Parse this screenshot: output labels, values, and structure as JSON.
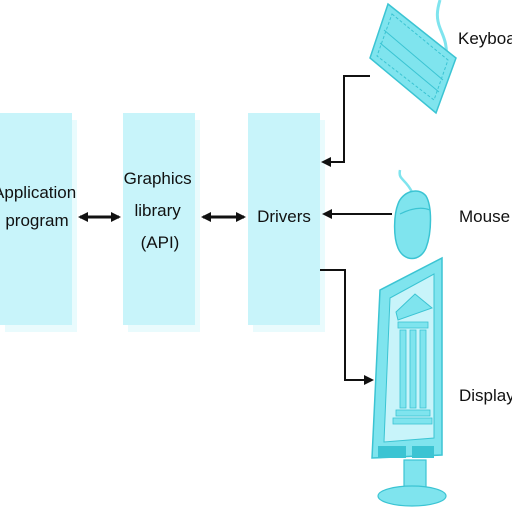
{
  "boxes": {
    "application": {
      "lines": [
        "Application",
        "program"
      ]
    },
    "graphics": {
      "lines": [
        "Graphics",
        "library",
        "(API)"
      ]
    },
    "drivers": {
      "lines": [
        "Drivers"
      ]
    }
  },
  "devices": {
    "keyboard": "Keyboard",
    "mouse": "Mouse",
    "display": "Display"
  },
  "colors": {
    "box_fill": "#c8f4fa",
    "box_shadow": "#e9fbfd",
    "device": "#7fe4ee",
    "device_dark": "#3bc4d3",
    "line": "#111111"
  }
}
